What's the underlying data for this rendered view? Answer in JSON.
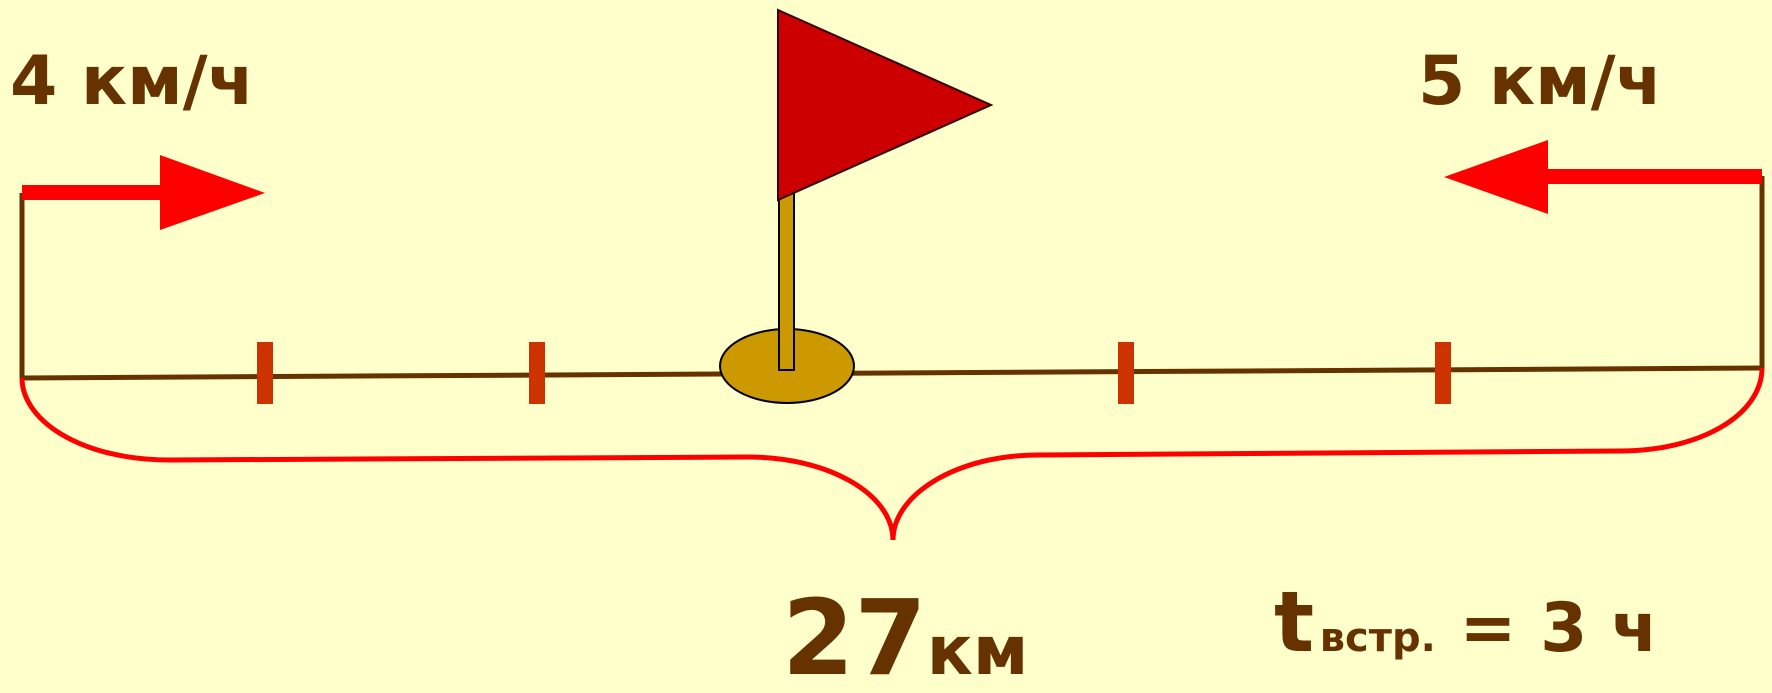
{
  "left_walker": {
    "speed": "4 км/ч",
    "direction": "right"
  },
  "right_walker": {
    "speed": "5 км/ч",
    "direction": "left"
  },
  "distance": {
    "value": "27",
    "unit": "км"
  },
  "meeting_time": {
    "symbol": "t",
    "subscript": "встр.",
    "equals": " = 3 ч"
  },
  "ticks": {
    "count": 4
  },
  "colors": {
    "background": "#FFFFCC",
    "road": "#663300",
    "tick": "#CC3300",
    "arrow": "#FF0000",
    "brace": "#FF0000",
    "flag": "#CC0000",
    "flag_pole": "#CC9900",
    "text": "#663300"
  },
  "icons": [
    "flag-icon",
    "right-arrow-icon",
    "left-arrow-icon"
  ]
}
